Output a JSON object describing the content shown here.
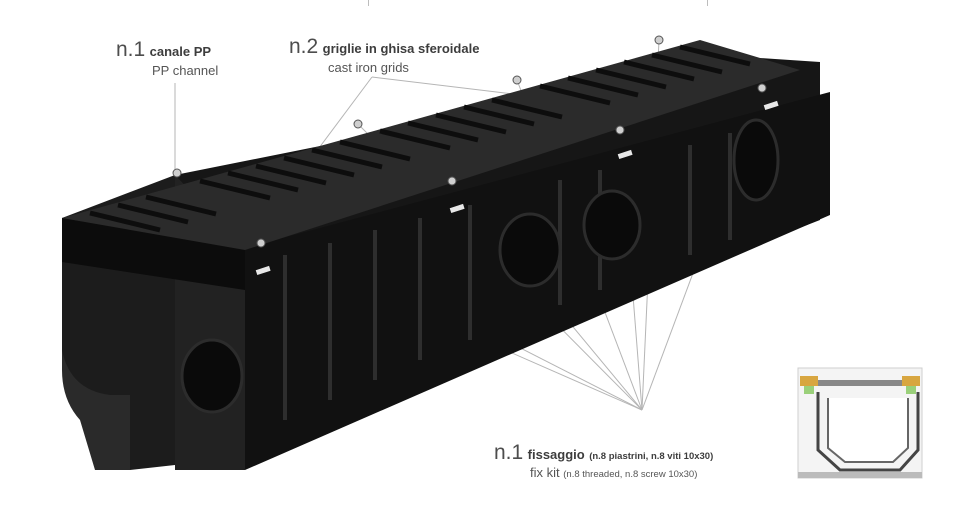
{
  "labels": {
    "channel": {
      "qty": "n.1",
      "it": "canale PP",
      "en": "PP channel"
    },
    "grids": {
      "qty": "n.2",
      "it": "griglie in ghisa sferoidale",
      "en": "cast iron grids"
    },
    "fixkit": {
      "qty": "n.1",
      "it": "fissaggio",
      "it_detail": "(n.8 piastrini, n.8 viti 10x30)",
      "en": "fix kit",
      "en_detail": "(n.8 threaded, n.8 screw 10x30)"
    }
  },
  "colors": {
    "body": "#1a1a1a",
    "grid": "#2b2b2b",
    "leader": "#b5b5b5",
    "brass": "#d8a640"
  }
}
